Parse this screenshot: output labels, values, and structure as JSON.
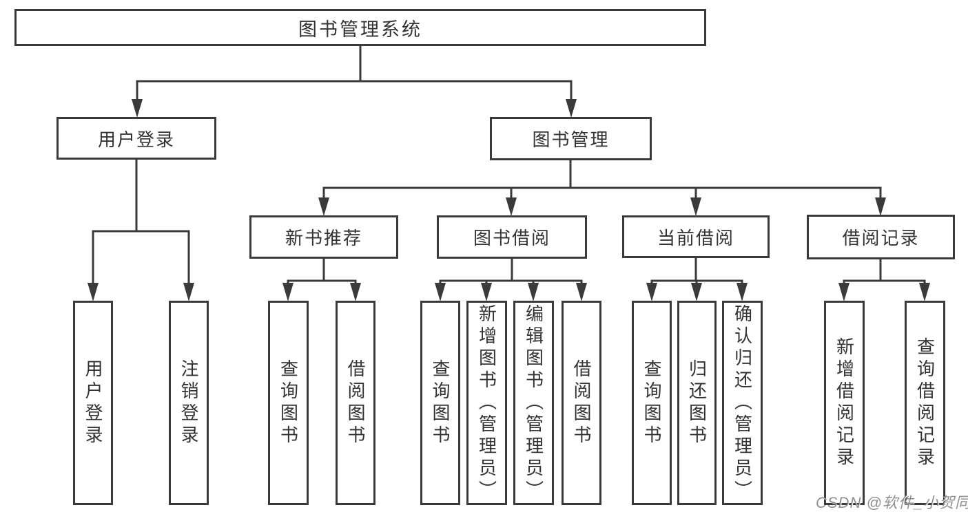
{
  "diagram_title": "图书管理系统",
  "tree": {
    "label": "图书管理系统",
    "children": [
      {
        "label": "用户登录",
        "children": [
          {
            "label": "用户登录"
          },
          {
            "label": "注销登录"
          }
        ]
      },
      {
        "label": "图书管理",
        "children": [
          {
            "label": "新书推荐",
            "children": [
              {
                "label": "查询图书"
              },
              {
                "label": "借阅图书"
              }
            ]
          },
          {
            "label": "图书借阅",
            "children": [
              {
                "label": "查询图书"
              },
              {
                "label": "新增图书（管理员）"
              },
              {
                "label": "编辑图书（管理员）"
              },
              {
                "label": "借阅图书"
              }
            ]
          },
          {
            "label": "当前借阅",
            "children": [
              {
                "label": "查询图书"
              },
              {
                "label": "归还图书"
              },
              {
                "label": "确认归还（管理员）"
              }
            ]
          },
          {
            "label": "借阅记录",
            "children": [
              {
                "label": "新增借阅记录"
              },
              {
                "label": "查询借阅记录"
              }
            ]
          }
        ]
      }
    ]
  },
  "watermark": {
    "text": "CSDN @软件_小贺同学"
  },
  "colors": {
    "line": "#3a3a3a",
    "box_border": "#3a3a3a",
    "box_fill": "#ffffff",
    "text": "#333333",
    "watermark": "#7d7d7d",
    "background": "#ffffff"
  }
}
